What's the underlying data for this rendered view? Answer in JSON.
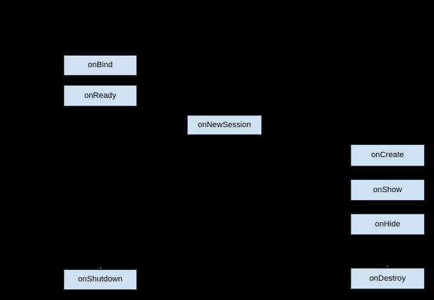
{
  "diagram": {
    "title": "lifecycle-callbacks-diagram",
    "background_color": "#000000",
    "node_fill_color": "#cfe2f3",
    "node_border_color": "#333e4c",
    "text_color": "#000000",
    "nodes": [
      {
        "id": "onBind",
        "label": "onBind"
      },
      {
        "id": "onReady",
        "label": "onReady"
      },
      {
        "id": "onNewSession",
        "label": "onNewSession"
      },
      {
        "id": "onCreate",
        "label": "onCreate"
      },
      {
        "id": "onShow",
        "label": "onShow"
      },
      {
        "id": "onHide",
        "label": "onHide"
      },
      {
        "id": "onDestroy",
        "label": "onDestroy"
      },
      {
        "id": "onShutdown",
        "label": "onShutdown"
      }
    ]
  }
}
